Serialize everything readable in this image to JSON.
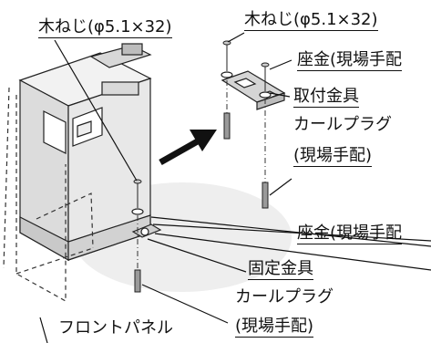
{
  "diagram": {
    "labels": {
      "screw_left": "木ねじ(φ5.1×32)",
      "screw_right": "木ねじ(φ5.1×32)",
      "washer_top": "座金(現場手配",
      "mount_bracket": "取付金具",
      "curl_plug_top_1": "カールプラグ",
      "curl_plug_top_2": "(現場手配)",
      "washer_mid": "座金(現場手配",
      "fixing_bracket": "固定金具",
      "curl_plug_bottom_1": "カールプラグ",
      "curl_plug_bottom_2": "(現場手配)",
      "front_panel": "フロントパネル"
    }
  }
}
